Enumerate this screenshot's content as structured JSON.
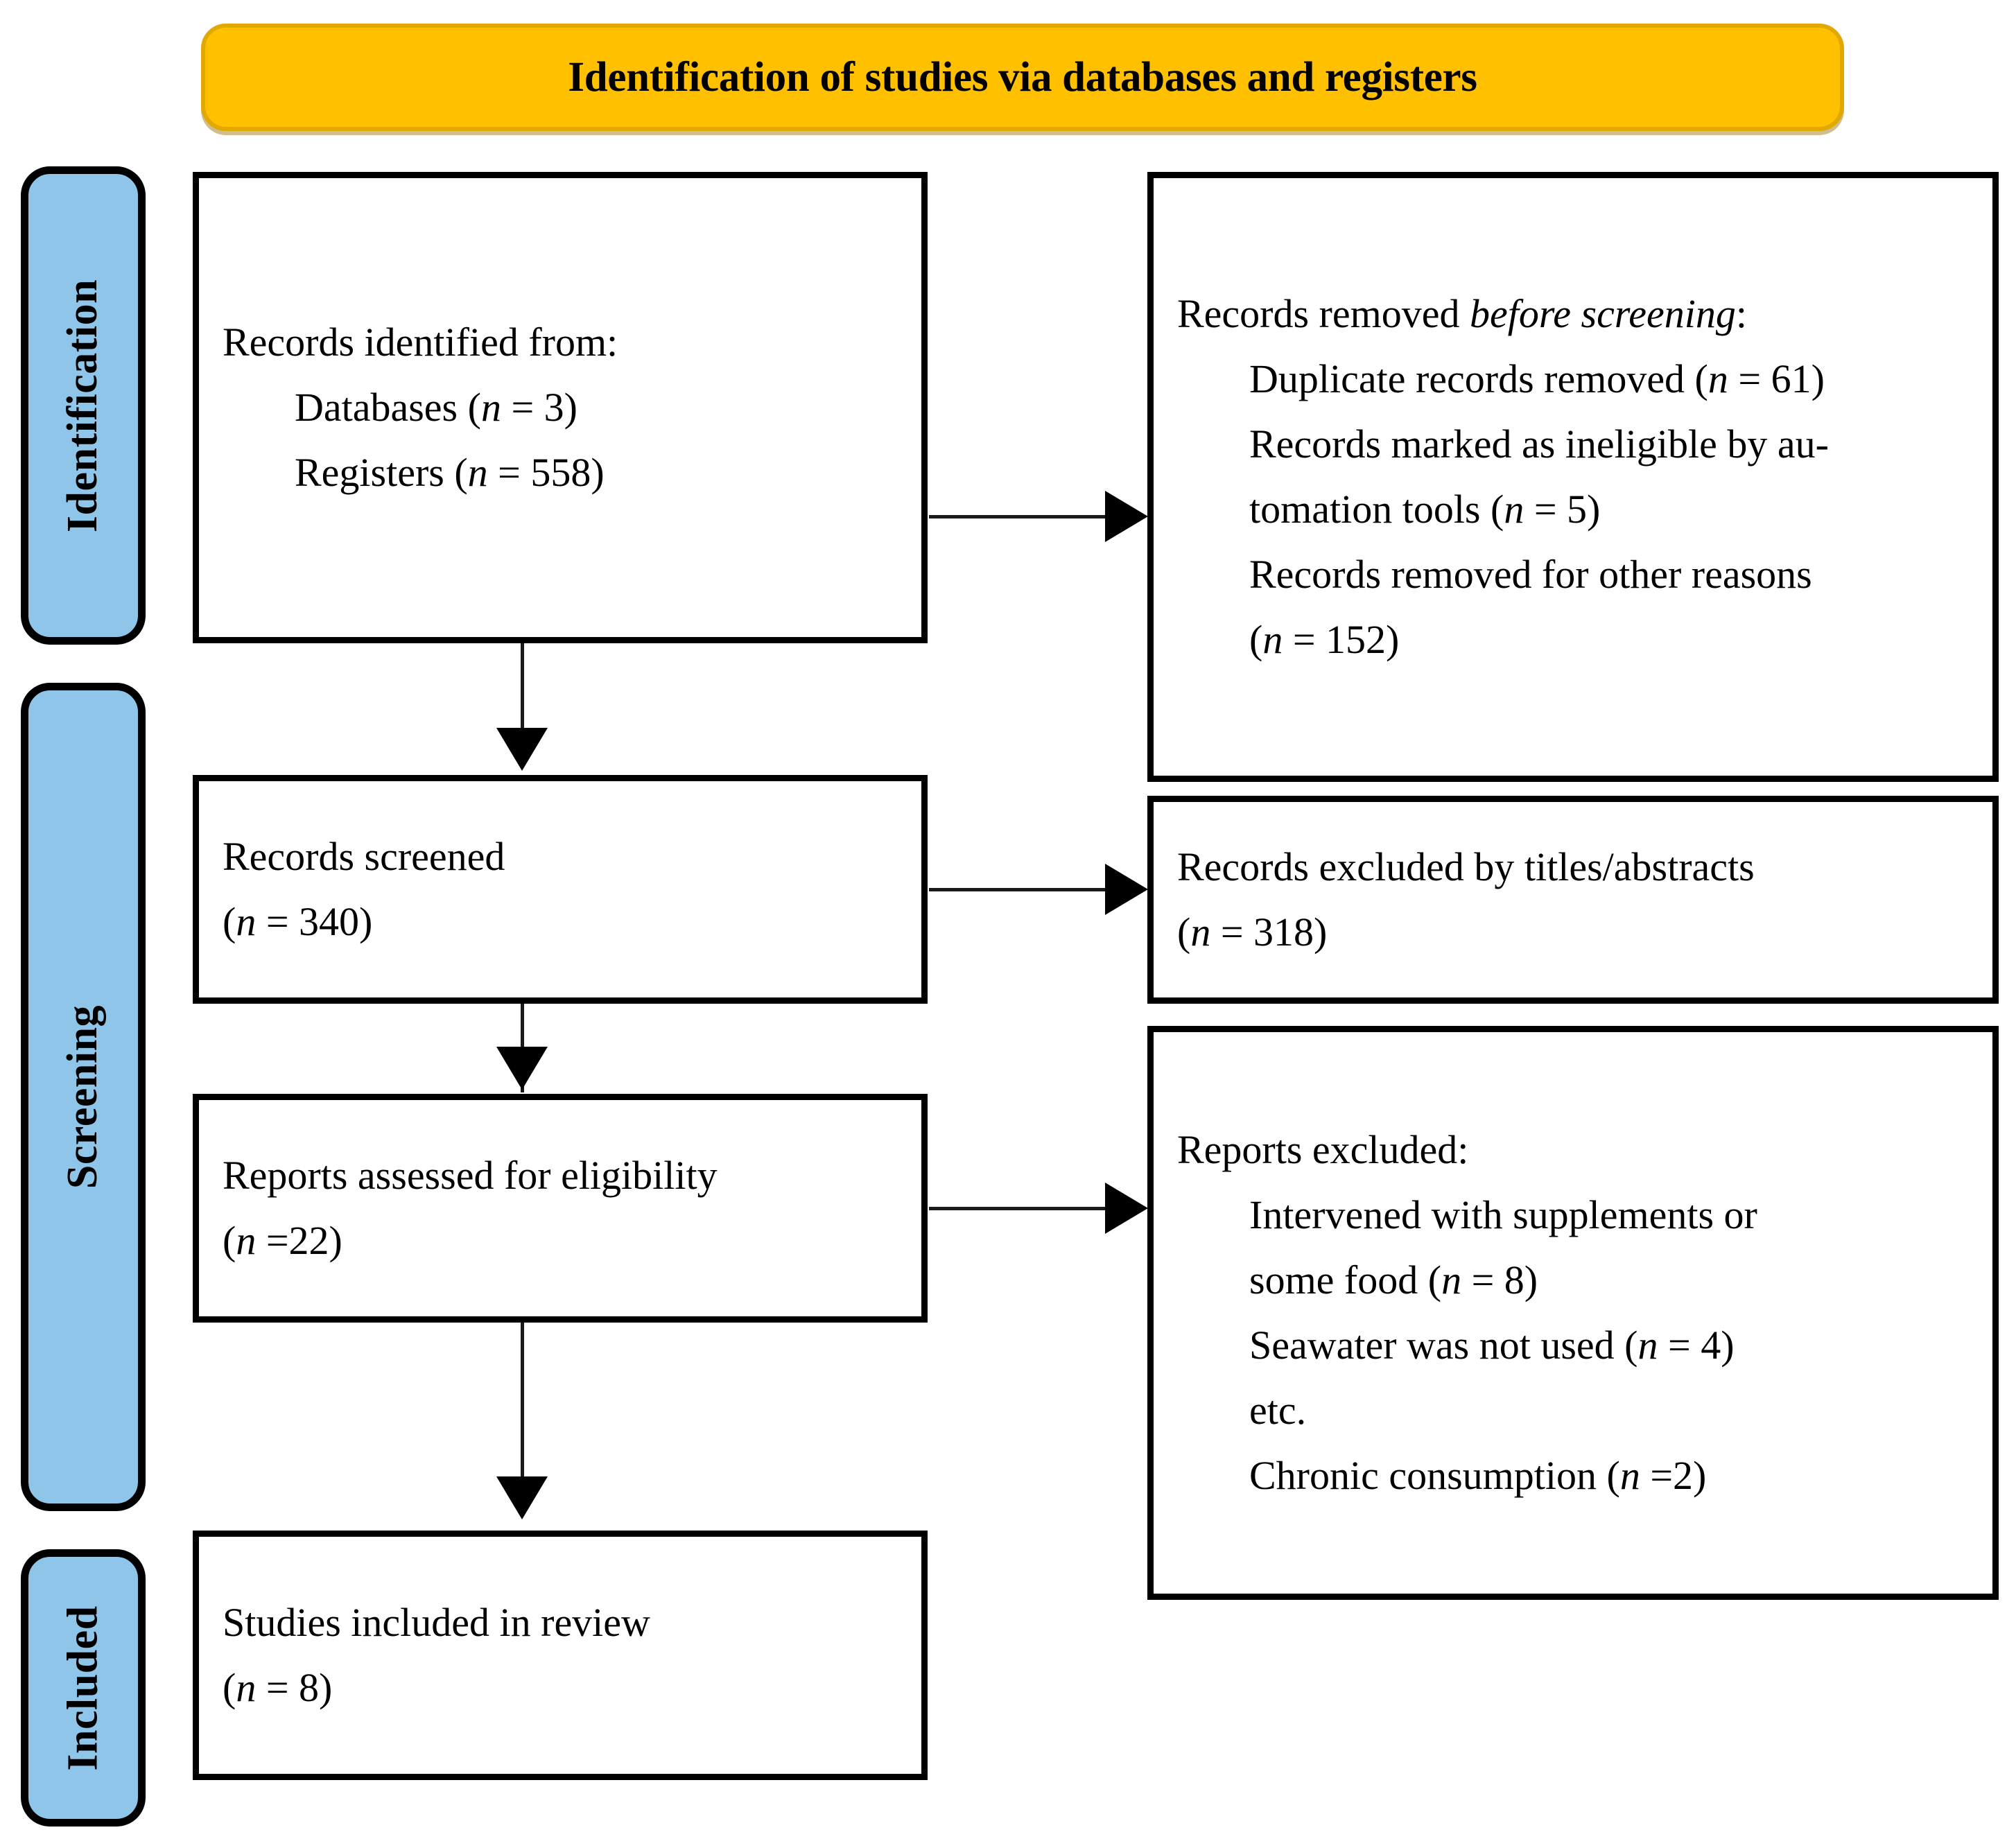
{
  "header": {
    "title": "Identification of studies via databases and registers",
    "banner_color": "#FFC000"
  },
  "sidebar": {
    "tab_color": "#8FC5E8",
    "items": [
      {
        "id": "identification",
        "label": "Identification"
      },
      {
        "id": "screening",
        "label": "Screening"
      },
      {
        "id": "included",
        "label": "Included"
      }
    ]
  },
  "boxes": {
    "identified": {
      "lines": [
        {
          "text": "Records identified from:",
          "indent": false
        },
        {
          "text": "Databases (n = 3)",
          "indent": true
        },
        {
          "text": "Registers (n = 558)",
          "indent": true
        }
      ]
    },
    "removed_before_screening": {
      "heading_prefix": "Records removed ",
      "heading_italic": "before screening",
      "heading_suffix": ":",
      "lines": [
        {
          "text": "Duplicate records removed (n = 61)",
          "indent": true
        },
        {
          "text": "Records marked as ineligible by au-",
          "indent": true
        },
        {
          "text": "tomation tools (n = 5)",
          "indent": true
        },
        {
          "text": "Records removed for other reasons",
          "indent": true
        },
        {
          "text": "(n = 152)",
          "indent": true
        }
      ]
    },
    "records_screened": {
      "lines": [
        {
          "text": "Records screened",
          "indent": false
        },
        {
          "text": "(n = 340)",
          "indent": false
        }
      ]
    },
    "records_excluded": {
      "lines": [
        {
          "text": "Records excluded by titles/abstracts",
          "indent": false
        },
        {
          "text": "(n = 318)",
          "indent": false
        }
      ]
    },
    "reports_assessed": {
      "lines": [
        {
          "text": "Reports assessed for eligibility",
          "indent": false
        },
        {
          "text": "(n =22)",
          "indent": false
        }
      ]
    },
    "reports_excluded": {
      "lines": [
        {
          "text": "Reports excluded:",
          "indent": false
        },
        {
          "text": "Intervened with supplements or",
          "indent": true
        },
        {
          "text": "some food (n = 8)",
          "indent": true
        },
        {
          "text": "Seawater was not used (n = 4)",
          "indent": true
        },
        {
          "text": "etc.",
          "indent": true
        },
        {
          "text": "Chronic consumption (n =2)",
          "indent": true
        }
      ]
    },
    "studies_included": {
      "lines": [
        {
          "text": "Studies included in review",
          "indent": false
        },
        {
          "text": "(n = 8)",
          "indent": false
        }
      ]
    }
  },
  "connectors": {
    "identified_to_removed": "arrow-right",
    "identified_to_screened": "arrow-down",
    "screened_to_excluded": "arrow-right",
    "screened_to_eligibility": "arrow-down",
    "eligibility_to_reports_excluded": "arrow-right",
    "eligibility_to_included": "arrow-down"
  }
}
